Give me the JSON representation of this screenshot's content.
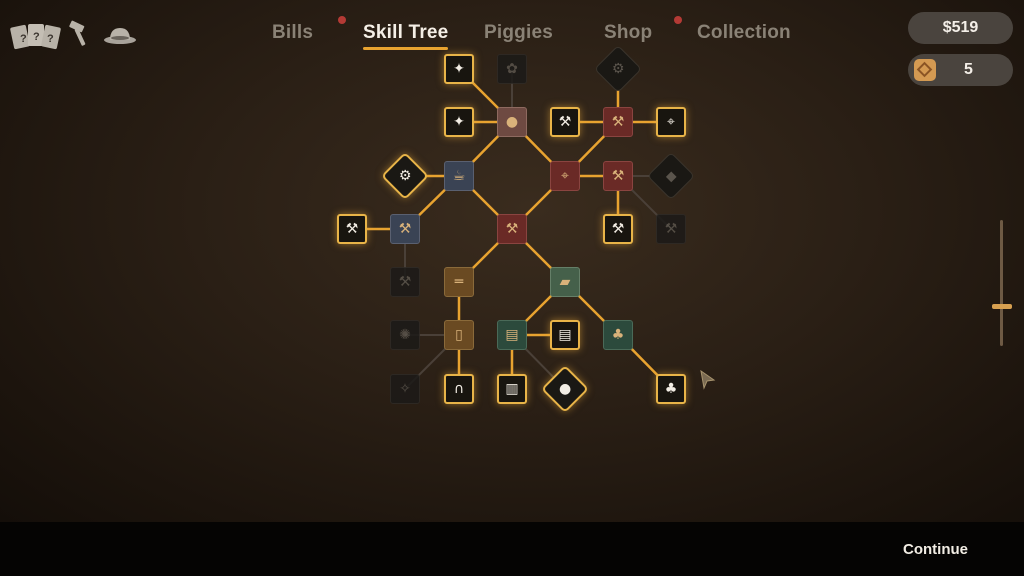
{
  "tabs": [
    {
      "id": "bills",
      "label": "Bills",
      "active": false,
      "dot": true
    },
    {
      "id": "skill-tree",
      "label": "Skill Tree",
      "active": true,
      "dot": false
    },
    {
      "id": "piggies",
      "label": "Piggies",
      "active": false,
      "dot": false
    },
    {
      "id": "shop",
      "label": "Shop",
      "active": false,
      "dot": true
    },
    {
      "id": "collection",
      "label": "Collection",
      "active": false,
      "dot": false
    }
  ],
  "money": "$519",
  "tickets": "5",
  "continue_label": "Continue",
  "colors": {
    "accent": "#e8a330",
    "notification": "#b43a35",
    "edge_active": "#e8a330",
    "edge_locked": "#4a4038"
  },
  "top_left_icons": [
    "mystery-cards-icon",
    "hammer-icon",
    "bowler-hat-icon"
  ],
  "slider_level": 0.68
}
